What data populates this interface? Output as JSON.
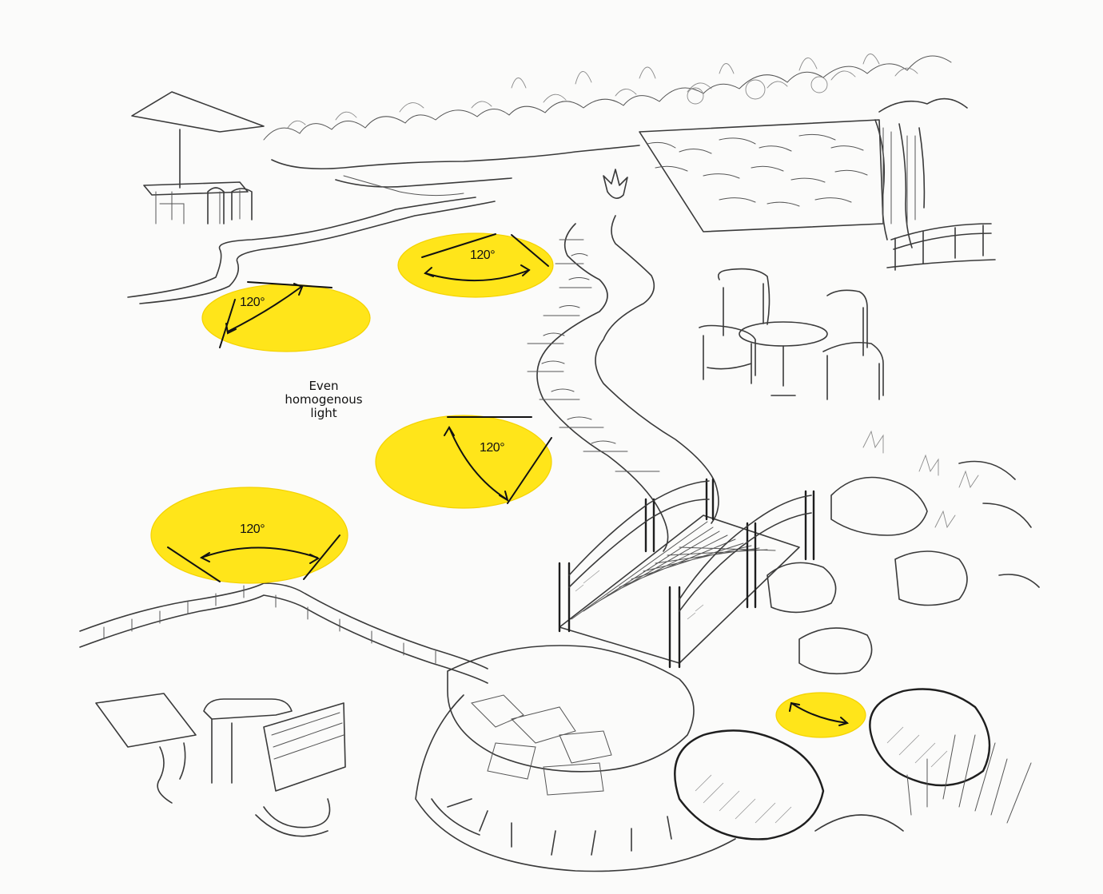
{
  "caption": [
    "Even",
    "homogenous",
    "light"
  ],
  "light_spots": [
    {
      "angle_label": "120°"
    },
    {
      "angle_label": "120°"
    },
    {
      "angle_label": "120°"
    },
    {
      "angle_label": "120°"
    },
    {
      "angle_label": ""
    }
  ],
  "colors": {
    "light": "#ffe51a",
    "sketch": "#3a3a3a",
    "paper": "#fbfbfa"
  }
}
